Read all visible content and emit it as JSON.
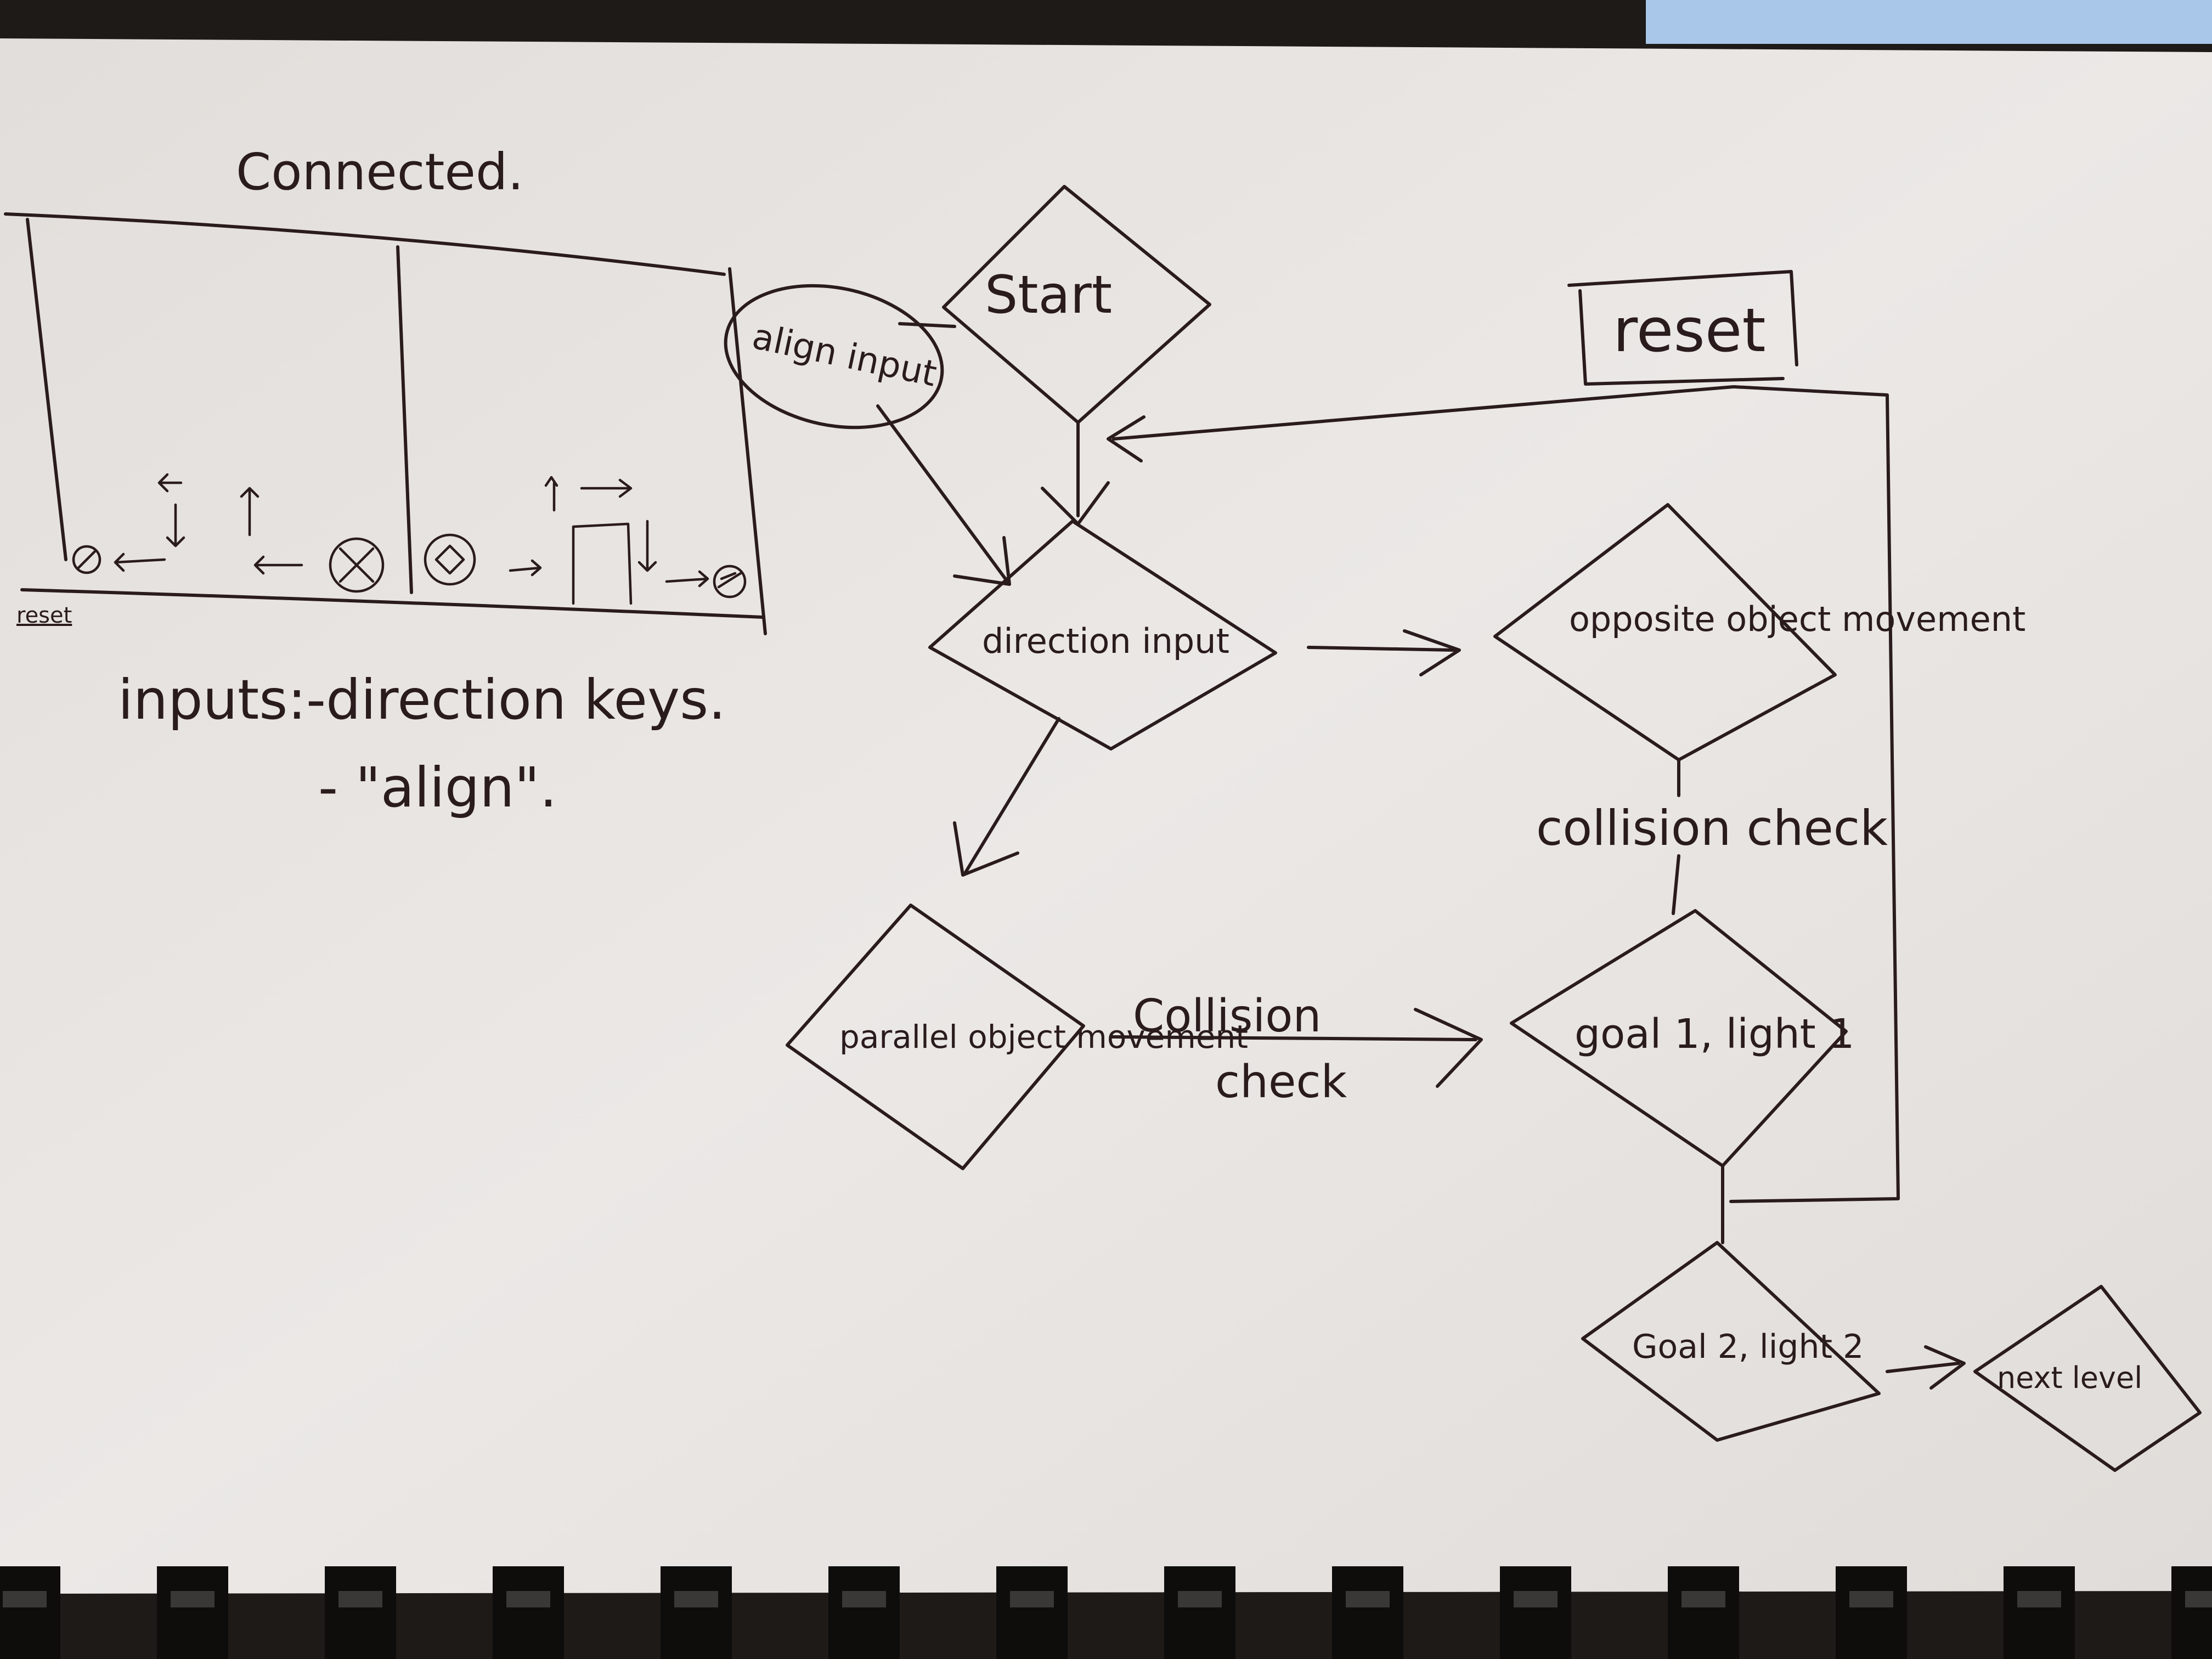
{
  "page": {
    "heading": "Connected."
  },
  "sketch": {
    "reset_tag": "reset",
    "inputs_line1": "inputs:-direction keys.",
    "inputs_line2": "- \"align\"."
  },
  "flowchart": {
    "nodes": {
      "align_input": "align input",
      "start": "Start",
      "reset": "reset",
      "direction_input": "direction input",
      "opposite_movement": "opposite object movement",
      "parallel_movement": "parallel object movement",
      "goal1": "goal 1, light 1",
      "goal2": "Goal 2, light 2",
      "next_level": "next level"
    },
    "edge_labels": {
      "collision_check_right": "collision check",
      "collision_bottom_top": "Collision",
      "collision_bottom_bottom": "check"
    }
  },
  "colors": {
    "paper": "#e9e6e4",
    "ink": "#2a1b1c",
    "monitor": "#a9c7e8",
    "dark": "#1d1a18"
  }
}
